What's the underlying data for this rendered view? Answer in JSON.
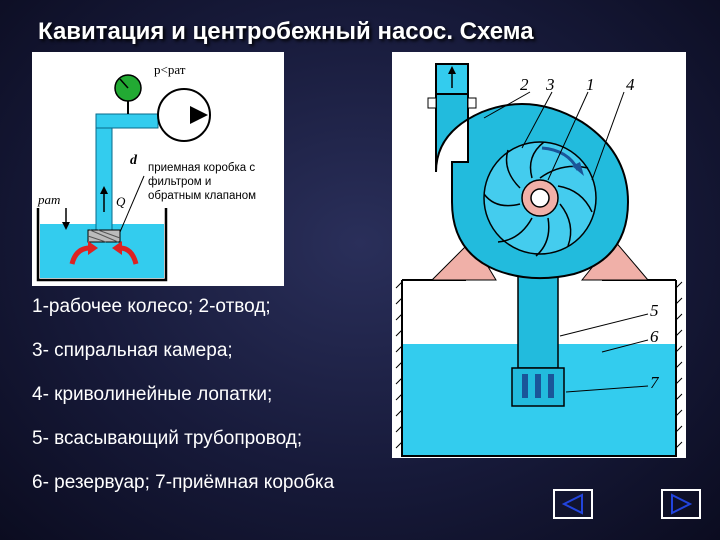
{
  "slide": {
    "title": "Кавитация и центробежный насос. Схема"
  },
  "figure1": {
    "label_p_top": "p<pат",
    "label_d": "d",
    "label_p_left": "pат",
    "label_Q": "Q",
    "caption_line1": "приемная коробка с",
    "caption_line2": "фильтром и",
    "caption_line3": "обратным клапаном"
  },
  "figure2": {
    "numbers": [
      "2",
      "3",
      "1",
      "4",
      "5",
      "6",
      "7"
    ]
  },
  "legend": [
    "1-рабочее колесо; 2-отвод;",
    "3- спиральная камера;",
    "4- криволинейные лопатки;",
    "5- всасывающий трубопровод;",
    "6- резервуар; 7-приёмная коробка"
  ],
  "nav": {
    "prev_icon": "triangle-left-icon",
    "next_icon": "triangle-right-icon"
  },
  "colors": {
    "water": "#33ccee",
    "pump": "#22bbdd",
    "background": "#171a3a",
    "base": "#f0b0a8"
  }
}
